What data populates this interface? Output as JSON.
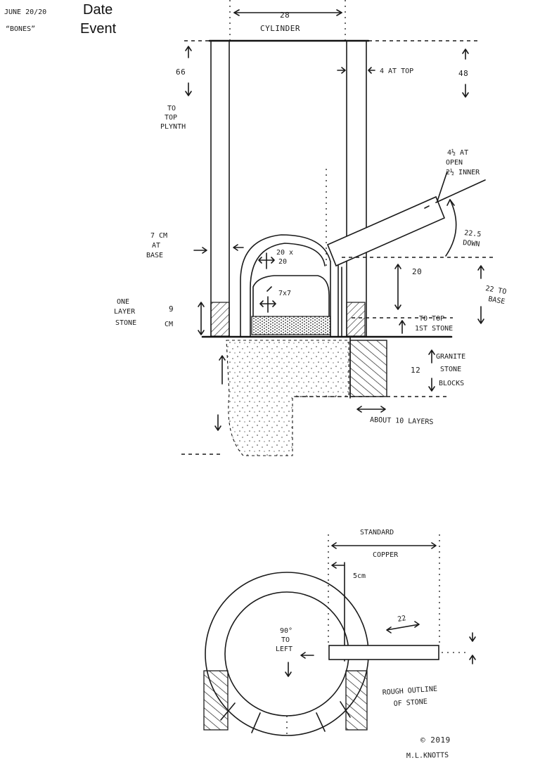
{
  "header": {
    "handwritten_date": "JUNE 20/20",
    "handwritten_name": "“BONES”",
    "date_label": "Date",
    "event_label": "Event"
  },
  "elevation": {
    "cylinder_width": "28",
    "cylinder_label": "CYLINDER",
    "left_height": "66",
    "to_top_plynth_1": "TO",
    "to_top_plynth_2": "TOP",
    "to_top_plynth_3": "PLYNTH",
    "wall_top_label": "4 AT TOP",
    "right_height": "48",
    "wall_base_1": "7 CM",
    "wall_base_2": "AT",
    "wall_base_3": "BASE",
    "arch_outer_1": "20 x",
    "arch_outer_2": "20",
    "arch_inner": "7x7",
    "one_layer_1": "ONE",
    "one_layer_2": "LAYER",
    "one_layer_3": "STONE",
    "stone_height_1": "9",
    "stone_height_2": "CM",
    "pipe_top_1": "4½ AT",
    "pipe_top_2": "OPEN",
    "pipe_top_3": "2½ INNER",
    "angle_1": "22.5",
    "angle_2": "DOWN",
    "pipe_height": "20",
    "to_base_1": "22 TO",
    "to_base_2": "BASE",
    "first_stone_1": "TO TOP",
    "first_stone_2": "1ST STONE",
    "granite_1": "GRANITE",
    "granite_2": "STONE",
    "granite_3": "BLOCKS",
    "block_height": "12",
    "about_layers": "ABOUT 10 LAYERS"
  },
  "plan": {
    "standard": "STANDARD",
    "copper": "COPPER",
    "offset": "5cm",
    "turn_1": "90°",
    "turn_2": "TO",
    "turn_3": "LEFT",
    "pipe_length": "22",
    "rough_1": "ROUGH OUTLINE",
    "rough_2": "OF STONE"
  },
  "footer": {
    "copyright": "© 2019",
    "signature": "M.L.KNOTTS"
  }
}
